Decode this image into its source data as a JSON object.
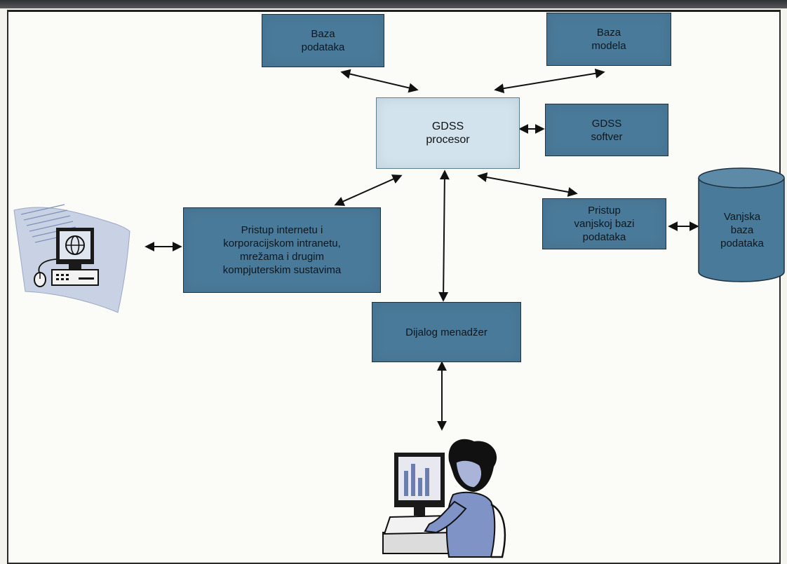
{
  "nodes": {
    "db": "Baza\npodataka",
    "models": "Baza\nmodela",
    "processor": "GDSS\nprocesor",
    "software": "GDSS\nsoftver",
    "internet": "Pristup internetu i\nkorporacijskom intranetu,\nmrežama i drugim\nkompjuterskim sustavima",
    "external_access": "Pristup\nvanjskoj bazi\npodataka",
    "external_db": "Vanjska\nbaza\npodataka",
    "dialog": "Dijalog menadžer"
  },
  "icons": {
    "network_pc": "networked-computer-icon",
    "user": "user-at-computer-icon"
  },
  "colors": {
    "box_fill": "#4a7a99",
    "processor_fill": "#d2e3ee",
    "border": "#1d3140"
  }
}
